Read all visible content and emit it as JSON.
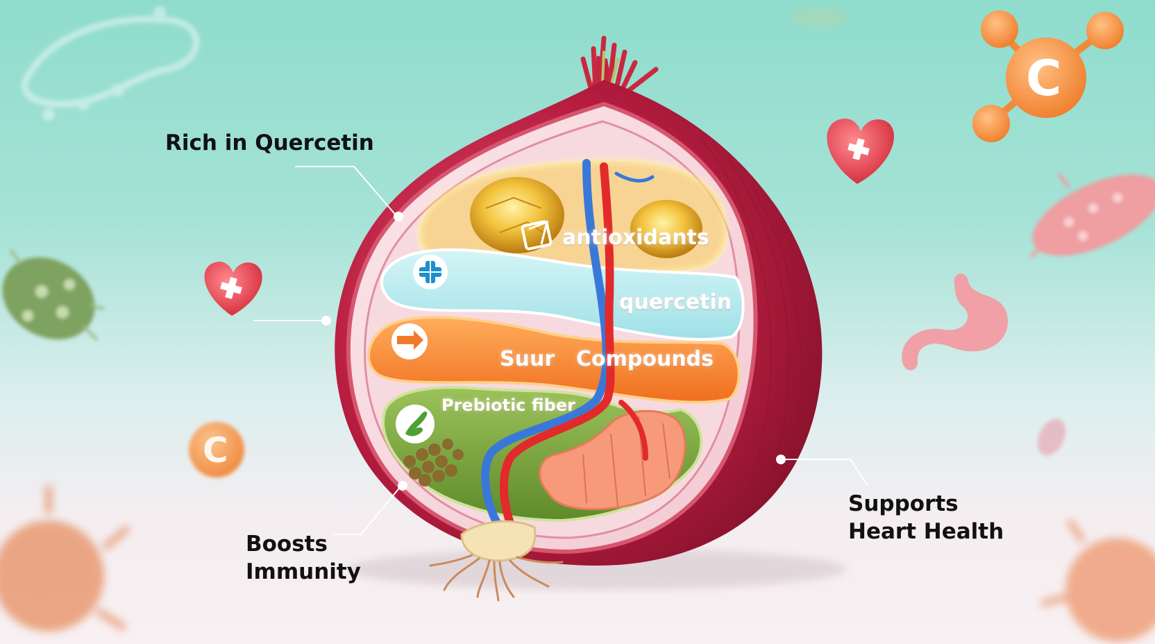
{
  "callouts": {
    "rich_in_quercetin": "Rich in Quercetin",
    "boosts_line1": "Boosts",
    "boosts_line2": "Immunity",
    "supports_line1": "Supports",
    "supports_line2": "Heart Health"
  },
  "layers": {
    "antioxidants": "antioxidants",
    "quercetin": "quercetin",
    "sulfur_part1": "Suur",
    "sulfur_part2": "Compounds",
    "prebiotic": "Prebiotic fiber"
  },
  "floating_icons": {
    "vitamin_letter": "C"
  },
  "colors": {
    "onion_skin": "#b01a3a",
    "antioxidant_layer": "#f6c542",
    "quercetin_layer": "#a6e4ea",
    "sulfur_layer": "#f07a2a",
    "prebiotic_layer": "#6e9a3a",
    "artery_red": "#e22a2a",
    "vein_blue": "#3a78d8",
    "vitamin_orange": "#f08a3a",
    "heart_red": "#e0404a"
  }
}
